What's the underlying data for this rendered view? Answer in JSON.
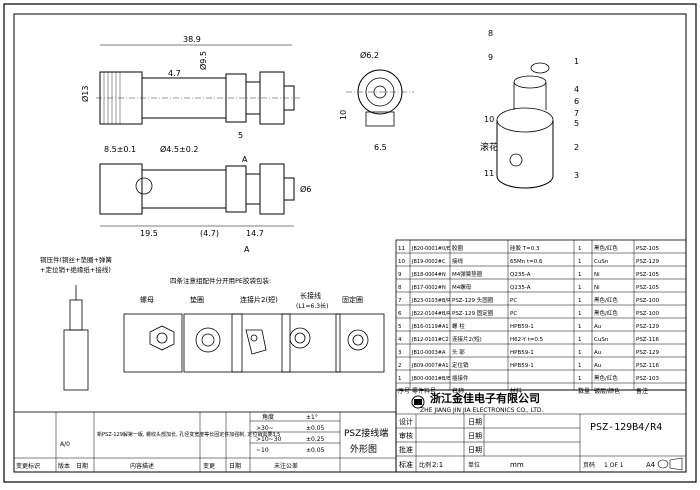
{
  "dims": {
    "overall_length": "38.9",
    "dia_13": "Ø13",
    "dia_9_5": "Ø9.5",
    "d_4_7": "4.7",
    "d_8_5": "8.5±0.1",
    "d_hole": "Ø4.5±0.2",
    "d_19_5": "19.5",
    "d_4_7b": "(4.7)",
    "d_14_7": "14.7",
    "d_dia_6": "Ø6",
    "d_6_2": "Ø6.2",
    "d_10": "10",
    "d_6_5": "6.5",
    "d_5": "5",
    "sect_a": "A"
  },
  "callouts": [
    "8",
    "9",
    "1",
    "2",
    "3",
    "4",
    "5",
    "6",
    "7",
    "10",
    "11"
  ],
  "knurl_label": "滚花",
  "note": {
    "title": "铜压件(铜丝+垫圈+弹簧",
    "line2": "+定位销+绝缘纸+接线)",
    "col_header": "四条注意组配件分开用PE胶袋包装:",
    "parts": [
      "螺母",
      "垫圈",
      "连接片2(短)",
      "长接线",
      "固定圈"
    ],
    "sub_lengths": "(L1=6.3长)"
  },
  "bom": {
    "rows": [
      [
        "11",
        "JB20-0001#0/E",
        "胶圈",
        "硅胶 T=0.3",
        "1",
        "黑色/红色",
        "PSZ-105"
      ],
      [
        "10",
        "JB19-0002#C",
        "接线",
        "65Mn t=0.6",
        "1",
        "CuSn",
        "PSZ-129"
      ],
      [
        "9",
        "JB18-0004#N",
        "M4弹簧垫圈",
        "Q235-A",
        "1",
        "Ni",
        "PSZ-105"
      ],
      [
        "8",
        "JB17-0002#N",
        "M4螺母",
        "Q235-A",
        "1",
        "Ni",
        "PSZ-105"
      ],
      [
        "7",
        "JB23-0103#B/R",
        "PSZ-129 头固圈",
        "PC",
        "1",
        "黑色/红色",
        "PSZ-100"
      ],
      [
        "6",
        "JB22-0104#B/R",
        "PSZ-129 固定圈",
        "PC",
        "1",
        "黑色/红色",
        "PSZ-100"
      ],
      [
        "5",
        "JB16-0119#A1",
        "螺 柱",
        "HPB59-1",
        "1",
        "Au",
        "PSZ-129"
      ],
      [
        "4",
        "JB12-0101#C2",
        "连接片2(短)",
        "H62-Y t=0.5",
        "1",
        "CuSn",
        "PSZ-116"
      ],
      [
        "3",
        "JB10-0003#A",
        "头 部",
        "HPB59-1",
        "1",
        "Au",
        "PSZ-129"
      ],
      [
        "2",
        "JB09-0007#A1",
        "定位销",
        "HPB59-1",
        "1",
        "Au",
        "PSZ-116"
      ],
      [
        "1",
        "JB00-0001#B/E",
        "插接件",
        "",
        "1",
        "黑色/红色",
        "PSZ-103"
      ]
    ],
    "header": [
      "序号",
      "零件料号",
      "名称",
      "材料",
      "数量",
      "镀层/颜色",
      "备注"
    ]
  },
  "title_block": {
    "company_cn": "浙江金佳电子有限公司",
    "company_en": "ZHE  JIANG  JIN  JIA  ELECTRONICS  CO., LTD.",
    "tolerance_header": "角度",
    "tol_value": "±1°",
    "tol_rows": [
      [
        ">30~",
        "±0.05"
      ],
      [
        ">10~30",
        "±0.25"
      ],
      [
        "~10",
        "±0.05"
      ]
    ],
    "part_name_line1": "PSZ接线端",
    "part_name_line2": "外形图",
    "drawing_no": "PSZ-129B4/R4",
    "design": "设计",
    "check": "审核",
    "approve": "批准",
    "standard": "标准",
    "date": "日期",
    "scale_label": "比例",
    "scale": "2:1",
    "unit_label": "单位",
    "unit": "mm",
    "page_label": "页码",
    "page": "1 OF 1",
    "size": "A4",
    "rev_left": "A/0",
    "rev_note": "新PSZ-129解第一版, 螺纹头部加长, 孔径变宽度等长固定件加强制, 定位销需要3.5",
    "rev_headers": [
      "变更标识",
      "版本",
      "日期",
      "内容描述",
      "变更",
      "日期",
      "未注公差"
    ]
  }
}
